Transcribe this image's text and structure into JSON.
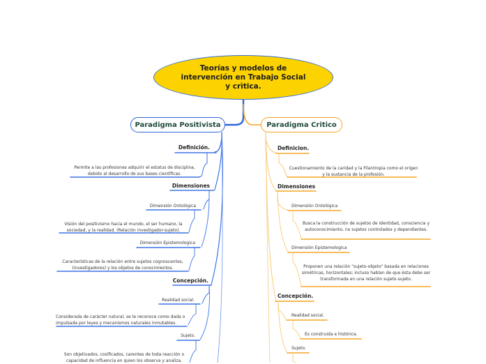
{
  "root": {
    "label": "Teorías y modelos de intervención en Trabajo Social y crìtica."
  },
  "colors": {
    "root_fill": "#fcd300",
    "left_branch": "#2d63dc",
    "right_branch": "#f5a623",
    "main_text": "#1f4a3a"
  },
  "left": {
    "title": "Paradigma Positivista",
    "definicion": "Definición.",
    "definicion_text": "Permite a las profesiones adquirir el estatus de disciplina, debido al desarrollo de sus bases científicas.",
    "dimensiones": "Dimensiones",
    "ontologica": "Dimensión Ontológica",
    "ontologica_text": "Visión del positivismo hacia el mundo, el ser humano, la sociedad, y la realidad. (Relación investigador-sujeto).",
    "epistemologica": "Dimensión Epistemologica",
    "epistemologica_text": "Características de la relación entre sujetos cognoscentes, (investigadores) y los objetos de conocimientos.",
    "concepcion": "Concepción.",
    "realidad": "Realidad social.",
    "realidad_text": "Considerada de carácter natural, se le reconoce como dada o impulsada por leyes y mecanismos naturales inmutables.",
    "sujeto": "Sujeto.",
    "sujeto_text": "Son objetivados, cosificados, carentes de toda reacción o capacidad de influencia en quien los observa y analiza."
  },
  "right": {
    "title": "Paradigma Critico",
    "definicion": "Definicion.",
    "definicion_text": "Cuestionamiento de la caridad y la Filantropia como el origen y la sustancia de la profesión.",
    "dimensiones": "Dimensiones",
    "ontologica": "Dimensión Ontológica",
    "ontologica_text": "Busca la construcción de sujetos de identidad, consciencia y autoconocimiento, no sujetos controlados y dependientes.",
    "epistemologica": "Dimensión Epistemologica",
    "epistemologica_text": "Proponen una relación \"sujeto-objeto\" basada en relaciones simétricas, horizontales; incluso hablan de que ésta debe ser transformada en una relación sujeto-sujeto.",
    "concepcion": "Concepción.",
    "realidad": "Realidad social.",
    "realidad_text": "Es construida e histórica.",
    "sujeto": "Sujeto."
  }
}
